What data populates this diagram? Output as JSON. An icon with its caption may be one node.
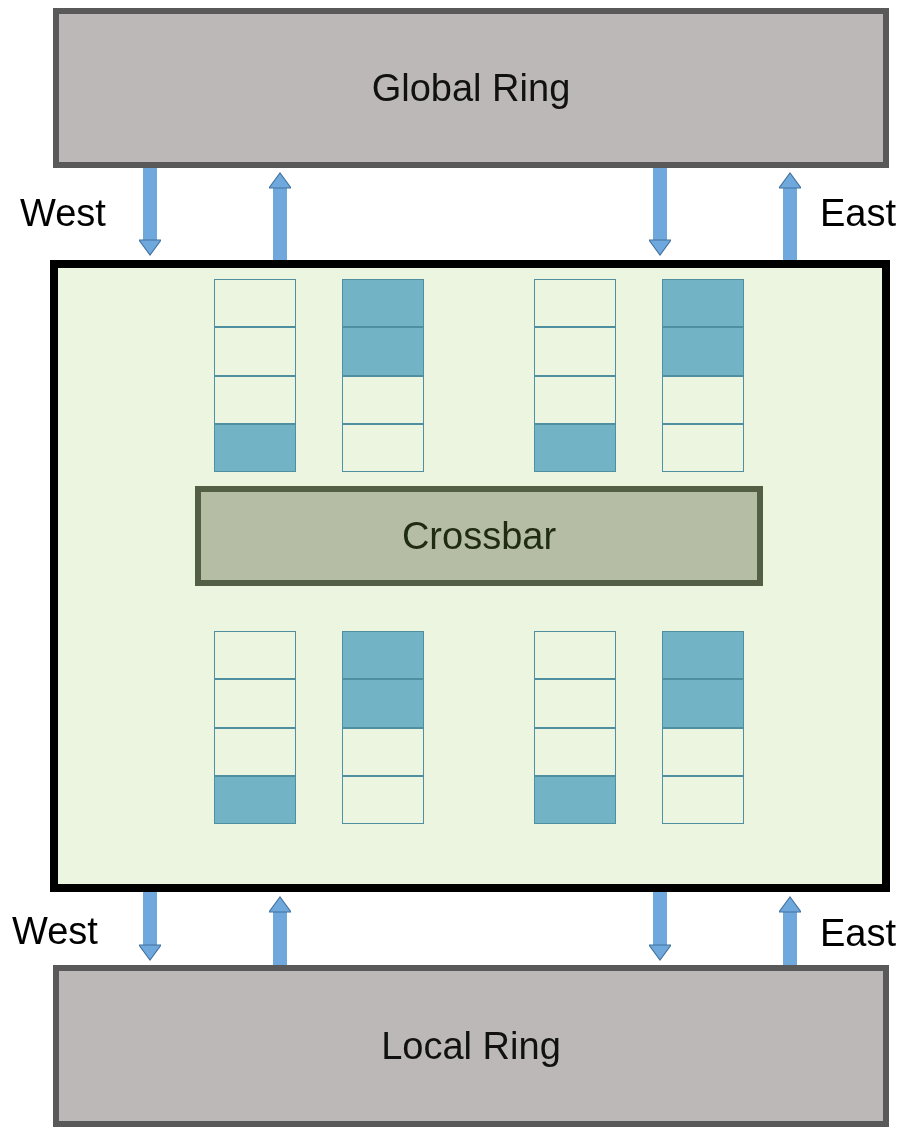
{
  "diagram": {
    "nodes": [
      {
        "text": [
          "Global Ring"
        ]
      },
      {
        "text": [],
        "shape": "box"
      },
      {
        "text": [],
        "shape": "box",
        "in": 1
      },
      {
        "text": [],
        "shape": "box",
        "in": 1
      },
      {
        "text": [],
        "shape": "box",
        "in": 1
      },
      {
        "text": [],
        "shape": "box",
        "in": 1
      },
      {
        "text": [
          "Crossbar"
        ],
        "in": 1
      },
      {
        "text": [],
        "shape": "box",
        "in": 1
      },
      {
        "text": [],
        "shape": "box",
        "in": 1
      },
      {
        "text": [],
        "shape": "box",
        "in": 1
      },
      {
        "text": [],
        "shape": "box",
        "in": 1
      },
      {
        "text": [
          "Local Ring"
        ]
      }
    ],
    "edges": [
      {
        "from": 0,
        "to": 1,
        "arrow": "to"
      },
      {
        "from": 1,
        "to": 0,
        "arrow": "to"
      },
      {
        "from": 0,
        "to": 1,
        "arrow": "to"
      },
      {
        "from": 1,
        "to": 0,
        "arrow": "to"
      },
      {
        "from": 1,
        "to": 11,
        "arrow": "to"
      },
      {
        "from": 11,
        "to": 1,
        "arrow": "to"
      },
      {
        "from": 1,
        "to": 11,
        "arrow": "to"
      },
      {
        "from": 11,
        "to": 1,
        "arrow": "to"
      }
    ],
    "labels": [
      "West",
      "East",
      "West",
      "East"
    ]
  }
}
